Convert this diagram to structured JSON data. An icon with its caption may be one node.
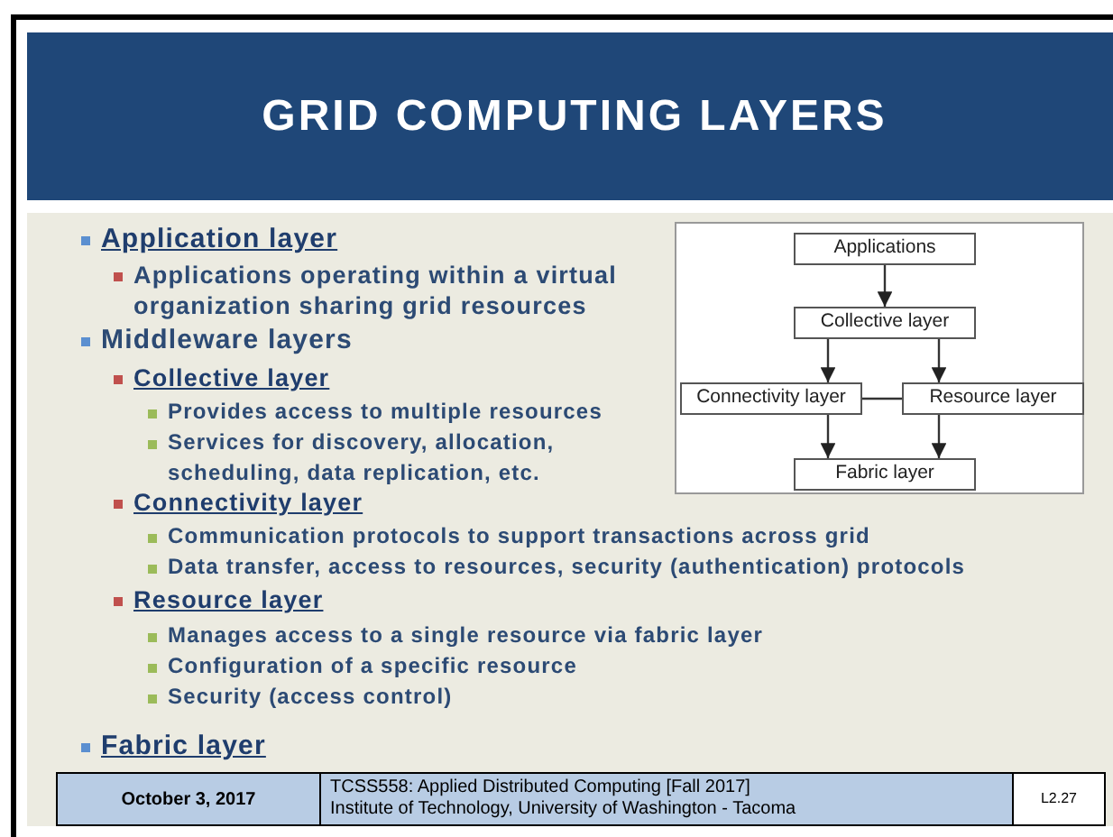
{
  "diagram": {
    "title": "GRID COMPUTING LAYERS",
    "nodes": [
      {
        "text": [
          "Applications"
        ]
      },
      {
        "text": [
          "Collective layer"
        ]
      },
      {
        "text": [
          "Connectivity layer"
        ]
      },
      {
        "text": [
          "Resource layer"
        ]
      },
      {
        "text": [
          "Fabric layer"
        ]
      }
    ],
    "edges": [
      {
        "from": 0,
        "to": 1,
        "arrow": "to"
      },
      {
        "from": 1,
        "to": 2,
        "arrow": "to"
      },
      {
        "from": 1,
        "to": 3,
        "arrow": "to"
      },
      {
        "from": 2,
        "to": 3,
        "arrow": "none"
      },
      {
        "from": 2,
        "to": 4,
        "arrow": "to"
      },
      {
        "from": 3,
        "to": 4,
        "arrow": "to"
      }
    ],
    "labels": [
      "Application layer",
      "Applications operating within a virtual organization sharing grid resources",
      "Middleware layers",
      "Collective layer",
      "Provides access to multiple resources",
      "Services for discovery, allocation, scheduling, data replication, etc.",
      "Connectivity layer",
      "Communication protocols to support transactions across grid",
      "Data transfer, access to resources, security (authentication) protocols",
      "Resource layer",
      "Manages access to a single resource via fabric layer",
      "Configuration of a specific resource",
      "Security (access control)",
      "Fabric layer",
      "October 3, 2017",
      "TCSS558: Applied Distributed Computing [Fall 2017]",
      "Institute of Technology, University of Washington - Tacoma",
      "L2.27"
    ]
  }
}
